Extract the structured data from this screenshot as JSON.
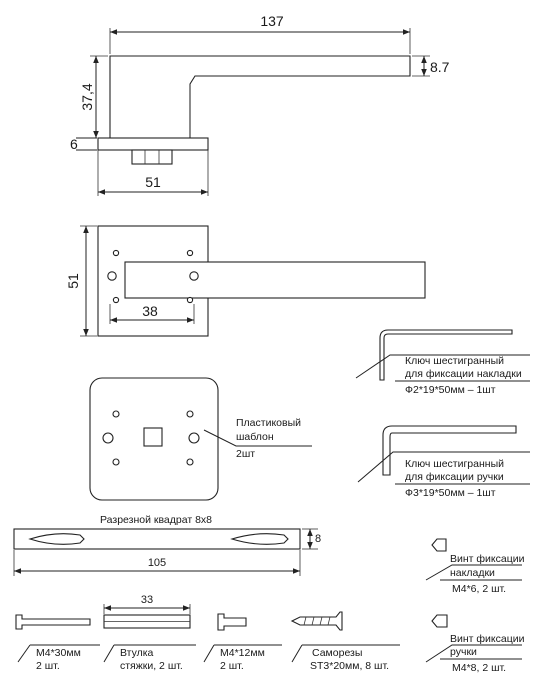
{
  "handle_side": {
    "length": "137",
    "thickness": "8.7",
    "height": "37,4",
    "rose_thickness": "6",
    "rose_width": "51"
  },
  "handle_top": {
    "rose_size": "51",
    "hole_spacing": "38"
  },
  "template": {
    "label_line1": "Пластиковый",
    "label_line2": "шаблон",
    "qty": "2шт"
  },
  "hex_key_small": {
    "line1": "Ключ шестигранный",
    "line2": "для фиксации накладки",
    "spec": "Ф2*19*50мм – 1шт"
  },
  "hex_key_large": {
    "line1": "Ключ шестигранный",
    "line2": "для фиксации ручки",
    "spec": "Ф3*19*50мм – 1шт"
  },
  "spindle": {
    "label": "Разрезной квадрат 8х8",
    "thickness": "8",
    "length": "105"
  },
  "screw_rose": {
    "line1": "Винт фиксации",
    "line2": "накладки",
    "spec": "M4*6, 2 шт."
  },
  "screw_handle": {
    "line1": "Винт фиксации",
    "line2": "ручки",
    "spec": "M4*8, 2 шт."
  },
  "bolt_long": {
    "spec": "M4*30мм",
    "qty": "2 шт."
  },
  "sleeve": {
    "length": "33",
    "line1": "Втулка",
    "line2": "стяжки, 2 шт."
  },
  "bolt_short": {
    "spec": "M4*12мм",
    "qty": "2 шт."
  },
  "wood_screw": {
    "line1": "Саморезы",
    "line2": "ST3*20мм, 8 шт."
  }
}
